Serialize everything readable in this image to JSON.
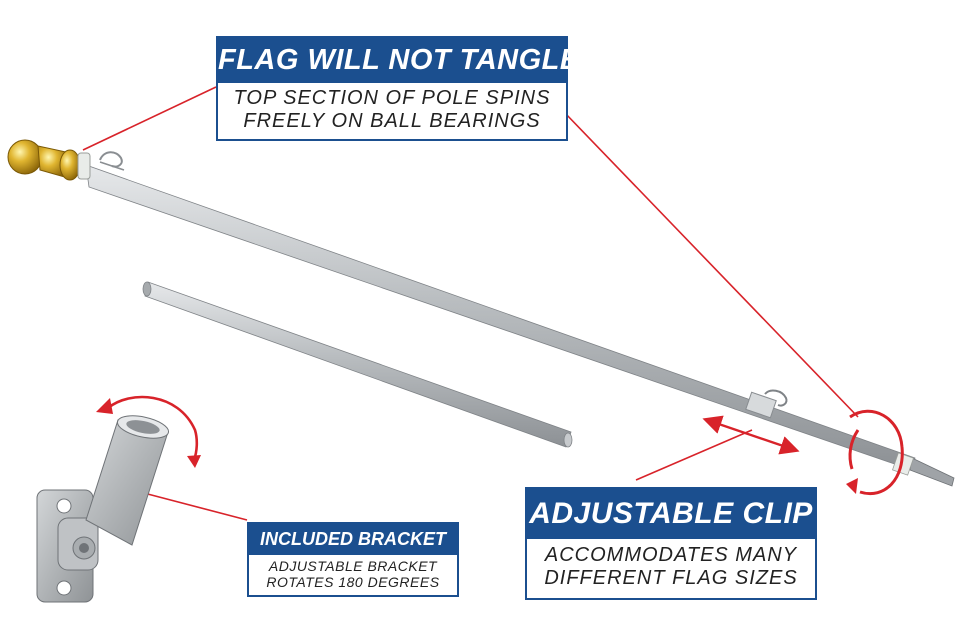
{
  "callouts": {
    "tangle": {
      "title": "FLAG WILL NOT TANGLE",
      "line1": "TOP SECTION OF POLE SPINS",
      "line2": "FREELY ON BALL BEARINGS"
    },
    "clip": {
      "title": "ADJUSTABLE CLIP",
      "line1": "ACCOMMODATES MANY",
      "line2": "DIFFERENT FLAG SIZES"
    },
    "bracket": {
      "title": "INCLUDED BRACKET",
      "line1": "ADJUSTABLE BRACKET",
      "line2": "ROTATES 180 DEGREES"
    }
  },
  "colors": {
    "callout_header": "#1b4f8f",
    "leader_line": "#d8232a",
    "pole": "#b8bcbf",
    "finial_gold": "#d4a017"
  },
  "icons": [
    "gold-ball-finial-icon",
    "rotation-arrow-icon",
    "double-arrow-icon",
    "clip-icon"
  ]
}
